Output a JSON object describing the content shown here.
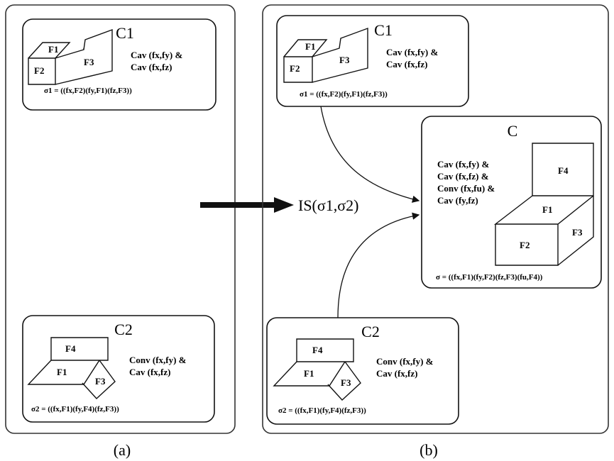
{
  "panel_a": {
    "caption": "(a)",
    "c1": {
      "title": "C1",
      "faces": [
        "F1",
        "F2",
        "F3"
      ],
      "constraints": [
        "Cav (fx,fy) &",
        "Cav (fx,fz)"
      ],
      "sigma": "σ1 = ((fx,F2)(fy,F1)(fz,F3))"
    },
    "c2": {
      "title": "C2",
      "faces": [
        "F4",
        "F1",
        "F3"
      ],
      "constraints": [
        "Conv (fx,fy) &",
        "Cav (fx,fz)"
      ],
      "sigma": "σ2 = ((fx,F1)(fy,F4)(fz,F3))"
    }
  },
  "arrow_label": "IS(σ1,σ2)",
  "panel_b": {
    "caption": "(b)",
    "c1": {
      "title": "C1",
      "faces": [
        "F1",
        "F2",
        "F3"
      ],
      "constraints": [
        "Cav (fx,fy) &",
        "Cav (fx,fz)"
      ],
      "sigma": "σ1 = ((fx,F2)(fy,F1)(fz,F3))"
    },
    "c2": {
      "title": "C2",
      "faces": [
        "F4",
        "F1",
        "F3"
      ],
      "constraints": [
        "Conv (fx,fy) &",
        "Cav (fx,fz)"
      ],
      "sigma": "σ2 = ((fx,F1)(fy,F4)(fz,F3))"
    },
    "c": {
      "title": "C",
      "faces": [
        "F4",
        "F1",
        "F3",
        "F2"
      ],
      "constraints": [
        "Cav (fx,fy) &",
        "Cav (fx,fz) &",
        "Conv (fx,fu) &",
        "Cav (fy,fz)"
      ],
      "sigma": "σ = ((fx,F1)(fy,F2)(fz,F3)(fu,F4))"
    }
  }
}
